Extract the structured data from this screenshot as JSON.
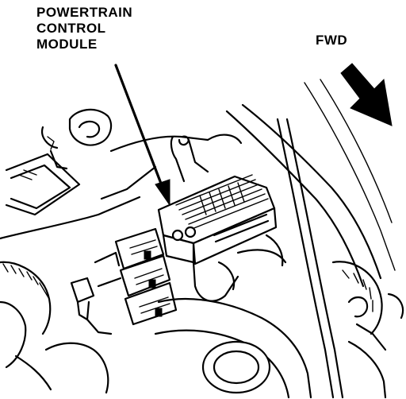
{
  "labels": {
    "pcm_line1": "POWERTRAIN",
    "pcm_line2": "CONTROL",
    "pcm_line3": "MODULE",
    "fwd": "FWD"
  },
  "icons": {
    "direction_arrow": "fwd-arrow-icon",
    "leader_arrow": "leader-arrow-icon"
  },
  "colors": {
    "ink": "#000000",
    "paper": "#ffffff"
  }
}
